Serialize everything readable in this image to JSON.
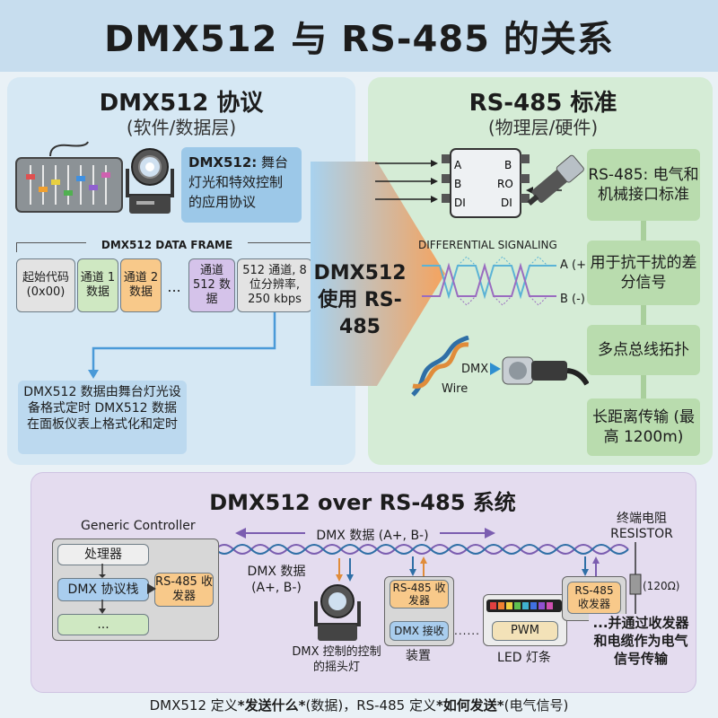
{
  "title": "DMX512 与 RS-485 的关系",
  "left": {
    "heading": "DMX512 协议",
    "subheading": "(软件/数据层)",
    "desc_label": "DMX512:",
    "desc_text": " 舞台灯光和特效控制的应用协议",
    "frame_label": "DMX512 DATA FRAME",
    "frame_cells": [
      "起始代码 (0x00)",
      "通道 1 数据",
      "通道 2 数据",
      "...",
      "通道 512 数据",
      "512 通道, 8位分辨率, 250 kbps"
    ],
    "note": "DMX512 数据由舞台灯光设备格式定时 DMX512 数据在面板仪表上格式化和定时"
  },
  "center": {
    "text": "DMX512 使用 RS-485"
  },
  "right": {
    "heading": "RS-485 标准",
    "subheading": "(物理层/硬件)",
    "chip_pins_left": [
      "A",
      "B",
      "DI"
    ],
    "chip_pins_right": [
      "B",
      "RO",
      "DI"
    ],
    "diff_label": "DIFFERENTIAL SIGNALING",
    "a_label": "A (+)",
    "b_label": "B (-)",
    "wire_label": "Wire",
    "dmx_label": "DMX",
    "features": [
      "RS-485: 电气和机械接口标准",
      "用于抗干扰的差分信号",
      "多点总线拓扑",
      "长距离传输 (最高 1200m)"
    ]
  },
  "bottom": {
    "heading": "DMX512 over RS-485 系统",
    "controller_label": "Generic Controller",
    "processor": "处理器",
    "stack": "DMX 协议栈",
    "transceiver": "RS-485 收发器",
    "more": "...",
    "bus_label": "DMX 数据 (A+, B-)",
    "bus_label2": "DMX 数据 (A+, B-)",
    "moving_head": "DMX 控制的控制的摇头灯",
    "device_transceiver": "RS-485 收发器",
    "device_receive": "DMX 接收",
    "device_label": "装置",
    "pwm": "PWM",
    "led_label": "LED 灯条",
    "term_label": "终端电阻 RESISTOR",
    "resistor_value": "(120Ω)",
    "end_transceiver": "RS-485 收发器",
    "end_note": "...并通过收发器和电缆作为电气信号传输"
  },
  "footer": {
    "p1": "DMX512 定义 ",
    "b1": "*发送什么*",
    "p2": " (数据)，RS-485 定义 ",
    "b2": "*如何发送*",
    "p3": " (电气信号)"
  },
  "colors": {
    "green_cell": "#cfe8c2",
    "orange_cell": "#f8c98a",
    "purple_cell": "#d5c3ea",
    "gray_cell": "#e3e3e3",
    "arrow": "#f5a35e",
    "bus_a": "#7b5db0",
    "bus_b": "#2f6fa6"
  },
  "icons": [
    "mixer-console-icon",
    "moving-head-light-icon",
    "rs485-chip-icon",
    "dmx-connector-icon",
    "twisted-pair-icon",
    "led-strip-icon"
  ]
}
